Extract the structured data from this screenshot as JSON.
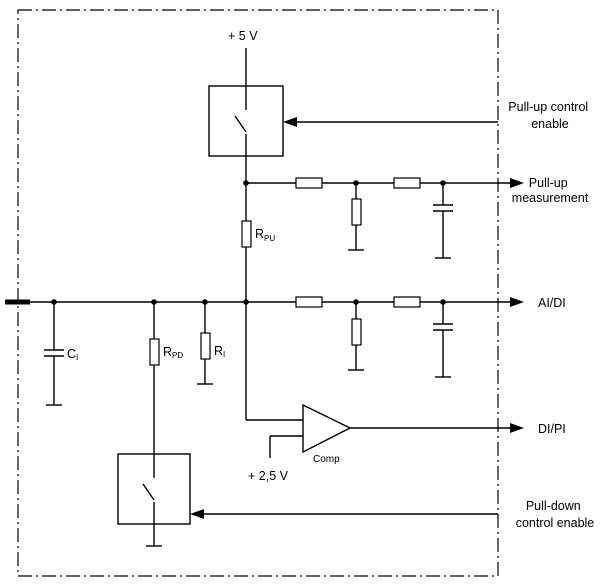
{
  "labels": {
    "supply_5v": "+ 5 V",
    "pullup_control_line1": "Pull-up control",
    "pullup_control_line2": "enable",
    "pullup_meas_line1": "Pull-up",
    "pullup_meas_line2": "measurement",
    "ai_di": "AI/DI",
    "di_pi": "DI/PI",
    "ref_2v5": "+ 2,5 V",
    "comp": "Comp",
    "pulldown_control_line1": "Pull-down",
    "pulldown_control_line2": "control enable"
  },
  "components": {
    "rpu": {
      "main": "R",
      "sub": "PU"
    },
    "rpd": {
      "main": "R",
      "sub": "PD"
    },
    "ri": {
      "main": "R",
      "sub": "I"
    },
    "ci": {
      "main": "C",
      "sub": "I"
    }
  }
}
